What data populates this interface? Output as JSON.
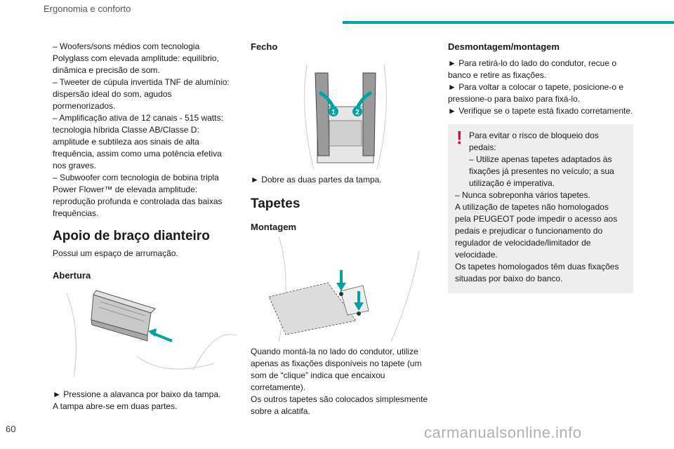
{
  "header": {
    "title": "Ergonomia e conforto",
    "accent_color": "#00a3a3"
  },
  "col1": {
    "audio_items": [
      "–  Woofers/sons médios com tecnologia Polyglass com elevada amplitude: equilíbrio, dinâmica e precisão de som.",
      "–  Tweeter de cúpula invertida TNF de alumínio: dispersão ideal do som, agudos pormenorizados.",
      "–  Amplificação ativa de 12 canais - 515 watts: tecnologia híbrida Classe AB/Classe D: amplitude e subtileza aos sinais de alta frequência, assim como uma potência efetiva nos graves.",
      "–  Subwoofer com tecnologia de bobina tripla Power Flower™ de elevada amplitude: reprodução profunda e controlada das baixas frequências."
    ],
    "section_title": "Apoio de braço dianteiro",
    "section_intro": "Possui um espaço de arrumação.",
    "sub_title": "Abertura",
    "instruction": "►  Pressione a alavanca por baixo da tampa.",
    "result": "A tampa abre-se em duas partes."
  },
  "col2": {
    "sub_title": "Fecho",
    "callout_1": "1",
    "callout_2": "2",
    "instruction": "►  Dobre as duas partes da tampa.",
    "section_title": "Tapetes",
    "sub_title2": "Montagem",
    "para1": "Quando montá-la no lado do condutor, utilize apenas as fixações disponíveis no tapete (um som de “clique” indica que encaixou corretamente).",
    "para2": "Os outros tapetes são colocados simplesmente sobre a alcatifa."
  },
  "col3": {
    "sub_title": "Desmontagem/montagem",
    "steps": [
      "►  Para retirá-lo do lado do condutor, recue o banco e retire as fixações.",
      "►  Para voltar a colocar o tapete, posicione-o e pressione-o para baixo para fixá-lo.",
      "►  Verifique se o tapete está fixado corretamente."
    ],
    "warning": {
      "icon": "!",
      "color": "#e4003a",
      "lines": [
        "Para evitar o risco de bloqueio dos pedais:",
        "–  Utilize apenas tapetes adaptados às fixações já presentes no veículo; a sua utilização é imperativa.",
        "–  Nunca sobreponha vários tapetes.",
        "A utilização de tapetes não homologados pela PEUGEOT pode impedir o acesso aos pedais e prejudicar o funcionamento do regulador de velocidade/limitador de velocidade.",
        "Os tapetes homologados têm duas fixações situadas por baixo do banco."
      ]
    }
  },
  "footer": {
    "page_number": "60",
    "watermark": "carmanualsonline.info"
  }
}
